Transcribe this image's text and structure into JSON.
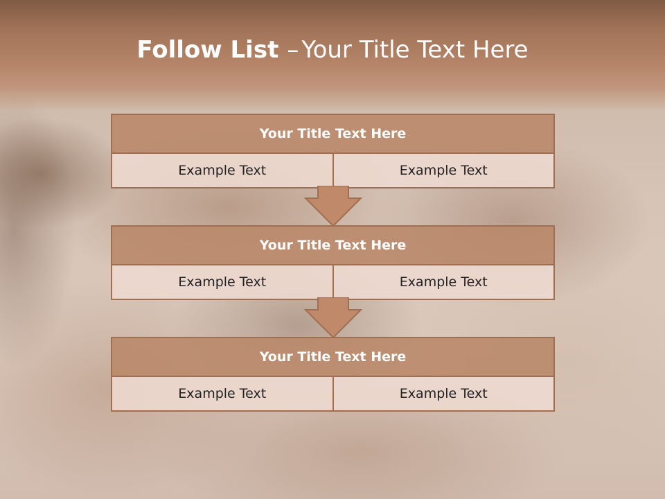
{
  "slide": {
    "title_bold": "Follow List",
    "title_dash": "–",
    "title_rest": "Your Title Text Here"
  },
  "steps": [
    {
      "title": "Your Title Text Here",
      "left": "Example Text",
      "right": "Example Text"
    },
    {
      "title": "Your Title Text Here",
      "left": "Example Text",
      "right": "Example Text"
    },
    {
      "title": "Your Title Text Here",
      "left": "Example Text",
      "right": "Example Text"
    }
  ],
  "colors": {
    "header": "#a07257",
    "box_fill": "#b98769",
    "box_border": "#a06e50",
    "cell_fill": "#eedad0",
    "arrow_fill": "#c0896a"
  },
  "icons": {
    "connector": "down-arrow-icon"
  }
}
